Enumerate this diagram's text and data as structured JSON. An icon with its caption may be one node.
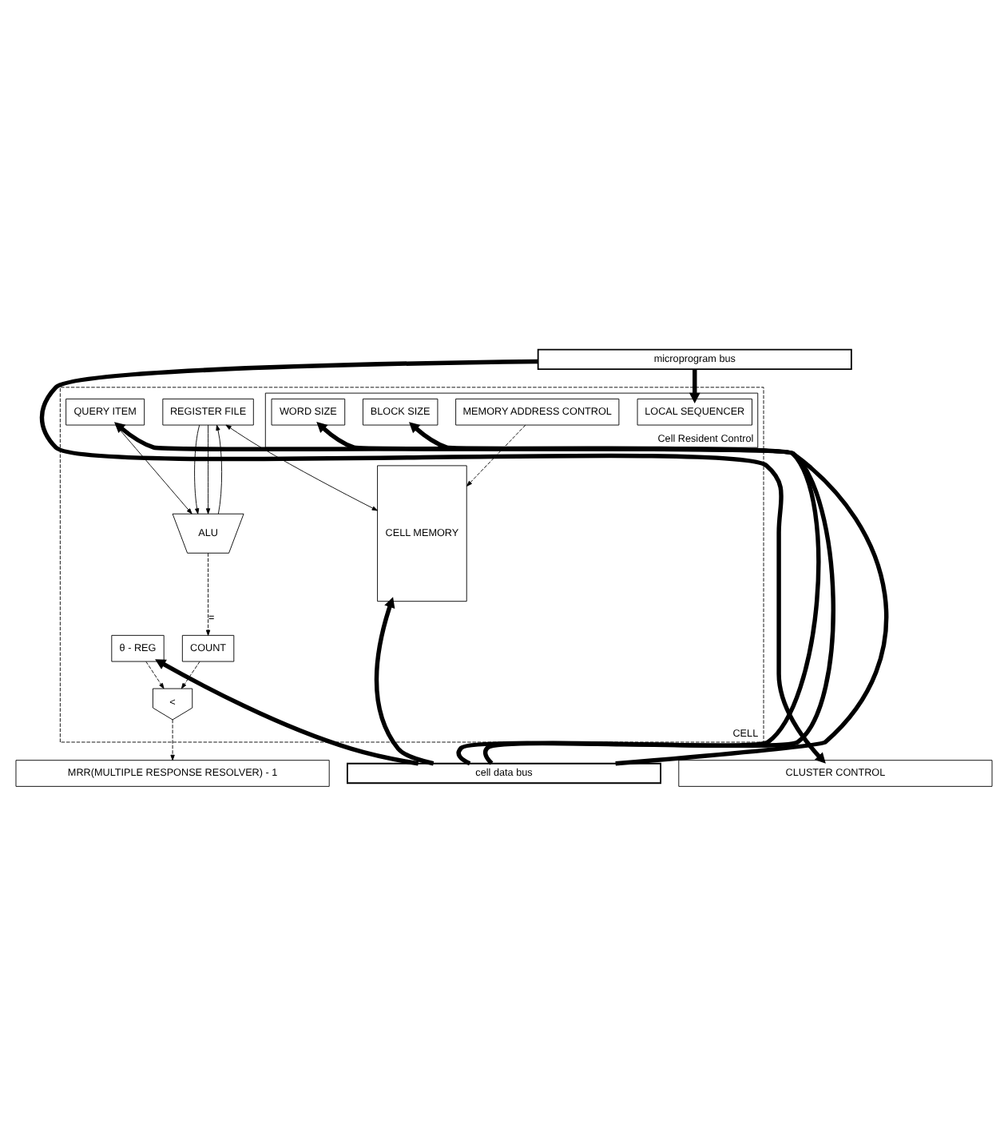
{
  "diagram": {
    "nodes": [
      {
        "text": [
          "CLUSTER CONTROL"
        ]
      },
      {
        "text": [
          "microprogram bus"
        ]
      },
      {
        "text": [
          "CELL"
        ]
      },
      {
        "text": [
          "Cell Resident Control"
        ],
        "in": 2
      },
      {
        "text": [
          "LOCAL SEQUENCER"
        ],
        "in": 3
      },
      {
        "text": [
          "MEMORY ADDRESS CONTROL"
        ],
        "in": 3
      },
      {
        "text": [
          "BLOCK SIZE"
        ],
        "in": 3
      },
      {
        "text": [
          "WORD SIZE"
        ],
        "in": 3
      },
      {
        "text": [
          "REGISTER FILE"
        ],
        "in": 2
      },
      {
        "text": [
          "QUERY ITEM"
        ],
        "in": 2
      },
      {
        "text": [
          "ALU"
        ],
        "in": 2
      },
      {
        "text": [
          "θ - REG"
        ],
        "in": 2
      },
      {
        "text": [
          "COUNT"
        ],
        "in": 2
      },
      {
        "text": [
          "<"
        ],
        "in": 2
      },
      {
        "text": [
          "CELL MEMORY"
        ],
        "in": 2
      },
      {
        "text": [
          "cell data bus"
        ]
      },
      {
        "text": [
          "MRR(MULTIPLE RESPONSE RESOLVER) - 1"
        ]
      }
    ],
    "edges": [
      {
        "from": 1,
        "to": 0,
        "arrow": "to",
        "style": "thick"
      },
      {
        "from": 1,
        "to": 4,
        "arrow": "to",
        "style": "thick"
      },
      {
        "from": 15,
        "to": 6,
        "arrow": "to",
        "style": "thick"
      },
      {
        "from": 15,
        "to": 7,
        "arrow": "to",
        "style": "thick"
      },
      {
        "from": 15,
        "to": 9,
        "arrow": "to",
        "style": "thick"
      },
      {
        "from": 15,
        "to": 11,
        "arrow": "to",
        "style": "thick"
      },
      {
        "from": 15,
        "to": 14,
        "arrow": "to",
        "style": "thick"
      },
      {
        "from": 5,
        "to": 14,
        "arrow": "to",
        "style": "dashed"
      },
      {
        "from": 8,
        "to": 14,
        "arrow": "both"
      },
      {
        "from": 9,
        "to": 10,
        "arrow": "to"
      },
      {
        "from": 8,
        "to": 10,
        "arrow": "to"
      },
      {
        "from": 8,
        "to": 10,
        "arrow": "to"
      },
      {
        "from": 10,
        "to": 8,
        "arrow": "to"
      },
      {
        "from": 10,
        "to": 12,
        "arrow": "to",
        "style": "dashed",
        "label": "="
      },
      {
        "from": 11,
        "to": 13,
        "arrow": "to",
        "style": "dashed"
      },
      {
        "from": 12,
        "to": 13,
        "arrow": "to",
        "style": "dashed"
      },
      {
        "from": 13,
        "to": 16,
        "arrow": "to",
        "style": "dashed"
      }
    ]
  }
}
